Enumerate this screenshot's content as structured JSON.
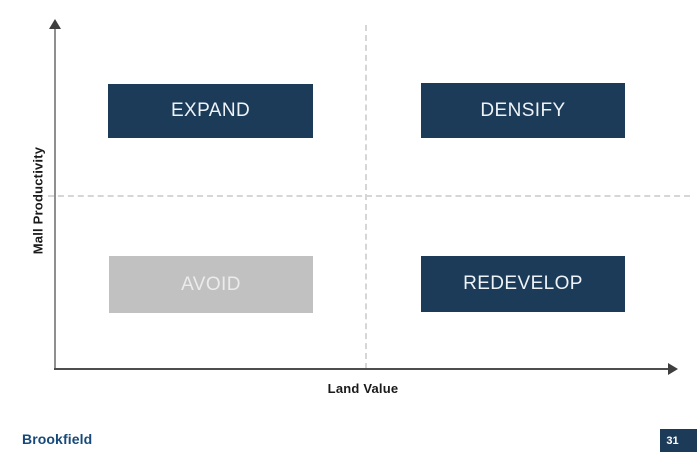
{
  "axes": {
    "y_label": "Mall Productivity",
    "x_label": "Land Value"
  },
  "quadrants": [
    {
      "label": "EXPAND",
      "position": "top-left",
      "variant": "navy"
    },
    {
      "label": "DENSIFY",
      "position": "top-right",
      "variant": "navy"
    },
    {
      "label": "AVOID",
      "position": "bottom-left",
      "variant": "gray"
    },
    {
      "label": "REDEVELOP",
      "position": "bottom-right",
      "variant": "navy"
    }
  ],
  "footer": {
    "brand": "Brookfield",
    "page_number": "31"
  },
  "colors": {
    "navy_box": "#1c3b59",
    "gray_box": "#c1c1c1",
    "navy_box_text": "#eef3f8",
    "gray_box_text": "#ebebeb",
    "brand_text": "#17497a",
    "axis_label_text": "#1a1a1a",
    "dashed_divider": "#d6d6d6"
  },
  "chart_data": {
    "type": "quadrant-matrix",
    "xlabel": "Land Value",
    "ylabel": "Mall Productivity",
    "grid": "dashed cross dividing plot into four quadrants",
    "quadrants": [
      {
        "x": "low",
        "y": "high",
        "label": "EXPAND"
      },
      {
        "x": "high",
        "y": "high",
        "label": "DENSIFY"
      },
      {
        "x": "low",
        "y": "low",
        "label": "AVOID"
      },
      {
        "x": "high",
        "y": "low",
        "label": "REDEVELOP"
      }
    ]
  }
}
